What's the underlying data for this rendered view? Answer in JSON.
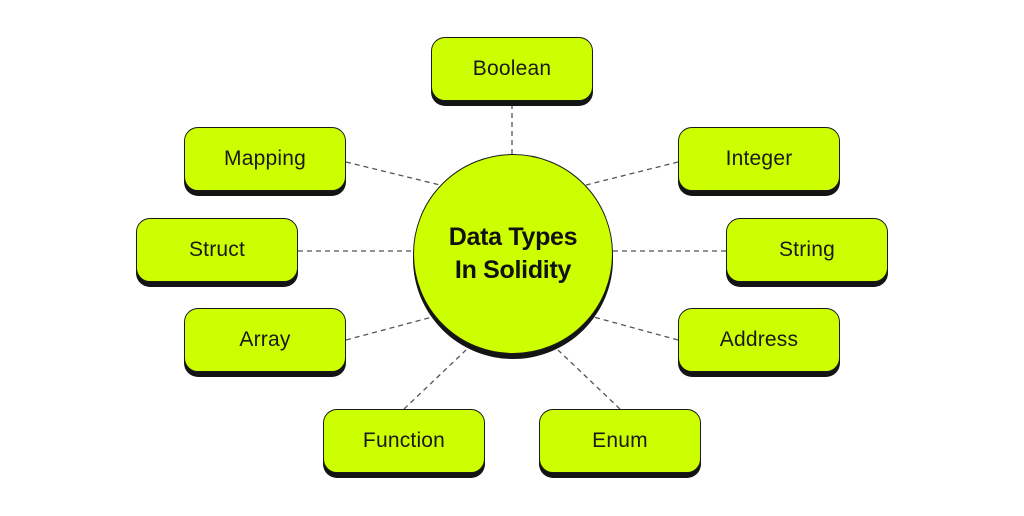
{
  "theme": {
    "fill": "#ccff00",
    "outline": "#1a1a1a",
    "connector": "#555555",
    "background": "#ffffff"
  },
  "hub": {
    "line1": "Data Types",
    "line2": "In Solidity"
  },
  "nodes": {
    "boolean": "Boolean",
    "mapping": "Mapping",
    "integer": "Integer",
    "struct": "Struct",
    "string": "String",
    "array": "Array",
    "address": "Address",
    "function": "Function",
    "enum": "Enum"
  }
}
